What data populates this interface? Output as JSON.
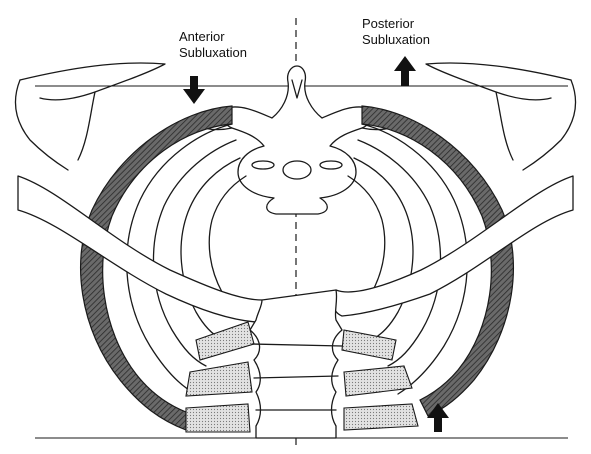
{
  "labels": {
    "anterior_line1": "Anterior",
    "anterior_line2": "Subluxation",
    "posterior_line1": "Posterior",
    "posterior_line2": "Subluxation"
  },
  "colors": {
    "ink": "#1a1a1a",
    "shading": "#555555",
    "stipple": "#bdbdbd",
    "background": "#ffffff"
  },
  "icons": {
    "anterior_arrow": "arrow-down-icon",
    "posterior_arrow": "arrow-up-icon",
    "lower_arrow": "arrow-up-icon"
  }
}
